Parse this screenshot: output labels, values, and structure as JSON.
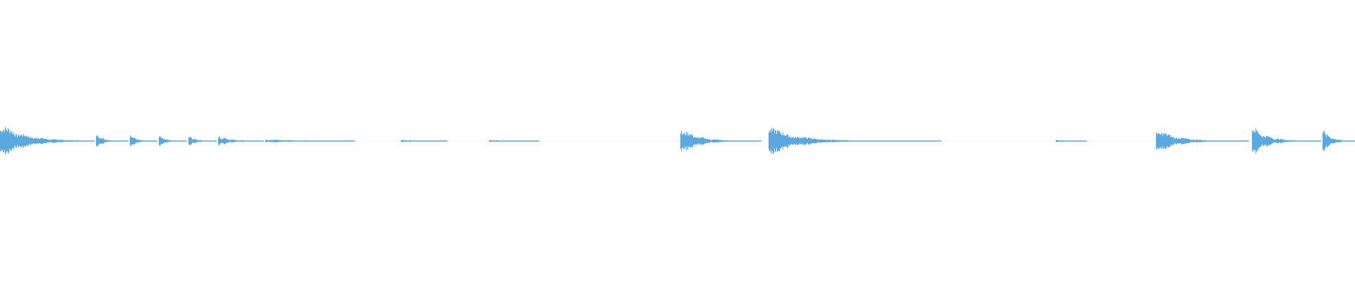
{
  "waveform": {
    "color": "#5aa8e0",
    "background": "#ffffff",
    "duration_fraction_segments": [
      {
        "start": 0.0,
        "end": 0.07,
        "peak": 1.0,
        "decay": 0.55
      },
      {
        "start": 0.071,
        "end": 0.095,
        "peak": 0.42,
        "decay": 0.45
      },
      {
        "start": 0.096,
        "end": 0.116,
        "peak": 0.4,
        "decay": 0.45
      },
      {
        "start": 0.117,
        "end": 0.138,
        "peak": 0.38,
        "decay": 0.45
      },
      {
        "start": 0.139,
        "end": 0.16,
        "peak": 0.32,
        "decay": 0.5
      },
      {
        "start": 0.161,
        "end": 0.195,
        "peak": 0.28,
        "decay": 0.6
      },
      {
        "start": 0.196,
        "end": 0.262,
        "peak": 0.1,
        "decay": 0.85
      },
      {
        "start": 0.296,
        "end": 0.33,
        "peak": 0.06,
        "decay": 0.95
      },
      {
        "start": 0.361,
        "end": 0.398,
        "peak": 0.06,
        "decay": 0.95
      },
      {
        "start": 0.502,
        "end": 0.562,
        "peak": 0.75,
        "decay": 0.45
      },
      {
        "start": 0.567,
        "end": 0.695,
        "peak": 0.8,
        "decay": 0.35
      },
      {
        "start": 0.779,
        "end": 0.802,
        "peak": 0.06,
        "decay": 0.95
      },
      {
        "start": 0.853,
        "end": 0.922,
        "peak": 0.7,
        "decay": 0.45
      },
      {
        "start": 0.924,
        "end": 0.975,
        "peak": 0.85,
        "decay": 0.45
      },
      {
        "start": 0.976,
        "end": 1.0,
        "peak": 0.7,
        "decay": 0.5
      }
    ]
  }
}
